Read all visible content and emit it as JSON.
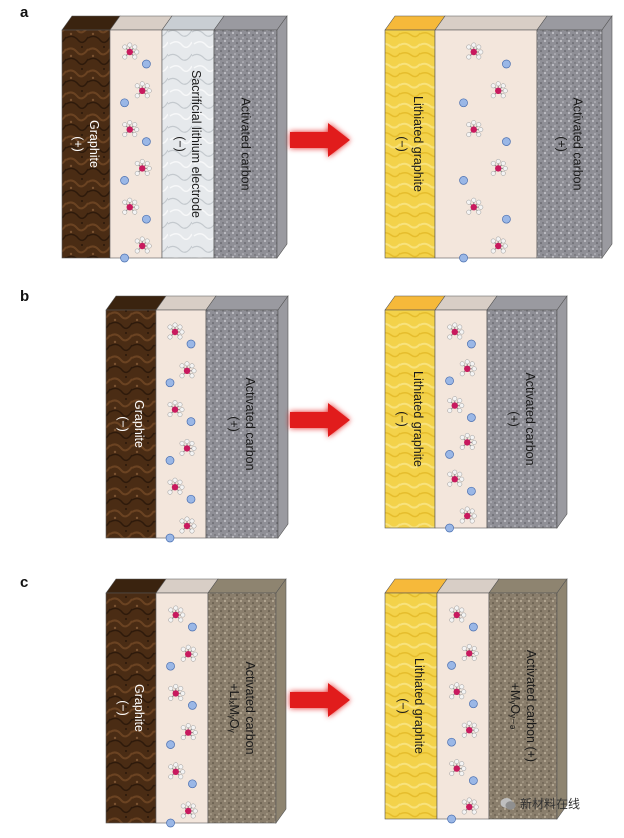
{
  "panels": [
    {
      "label": "a",
      "before": {
        "layers": [
          {
            "kind": "graphite",
            "lines": [
              "Graphite",
              "(+)"
            ]
          },
          {
            "kind": "electrolyte",
            "lines": []
          },
          {
            "kind": "lithium",
            "lines": [
              "Sacrificial lithium electrode",
              "(−)"
            ]
          },
          {
            "kind": "carbon",
            "lines": [
              "Activated carbon"
            ]
          }
        ]
      },
      "after": {
        "layers": [
          {
            "kind": "lithiated",
            "lines": [
              "Lithiated graphite",
              "(−)"
            ]
          },
          {
            "kind": "electrolyte",
            "lines": []
          },
          {
            "kind": "carbon",
            "lines": [
              "Activated carbon",
              "(+)"
            ]
          }
        ]
      }
    },
    {
      "label": "b",
      "before": {
        "layers": [
          {
            "kind": "graphite",
            "lines": [
              "Graphite",
              "(−)"
            ]
          },
          {
            "kind": "electrolyte",
            "lines": []
          },
          {
            "kind": "carbon",
            "lines": [
              "Activated carbon",
              "(+)"
            ]
          }
        ]
      },
      "after": {
        "layers": [
          {
            "kind": "lithiated",
            "lines": [
              "Lithiated graphite",
              "(−)"
            ]
          },
          {
            "kind": "electrolyte",
            "lines": []
          },
          {
            "kind": "carbon",
            "lines": [
              "Activated carbon",
              "(+)"
            ]
          }
        ]
      }
    },
    {
      "label": "c",
      "before": {
        "layers": [
          {
            "kind": "graphite",
            "lines": [
              "Graphite",
              "(−)"
            ]
          },
          {
            "kind": "electrolyte",
            "lines": []
          },
          {
            "kind": "carbon-oxide",
            "lines": [
              "Activated carbon",
              "+LiₓMᵧOᵧ"
            ]
          }
        ]
      },
      "after": {
        "layers": [
          {
            "kind": "lithiated",
            "lines": [
              "Lithiated graphite",
              "(−)"
            ]
          },
          {
            "kind": "electrolyte",
            "lines": []
          },
          {
            "kind": "carbon-oxide",
            "lines": [
              "Activated carbon (+)",
              "+MᵧOᵧ₋ₔ"
            ]
          }
        ]
      }
    }
  ],
  "watermark": "新材料在线",
  "colors": {
    "graphite": "#4a2c14",
    "lithiated": "#f3d24a",
    "electrolyte": "#f3e6dc",
    "lithium": "#dfe3e6",
    "carbon": "#8f8f96",
    "carbon_oxide": "#8a7e6c",
    "arrow": "#e11a1a",
    "ion": "#9ab7e6",
    "anion_center": "#c8195e"
  }
}
